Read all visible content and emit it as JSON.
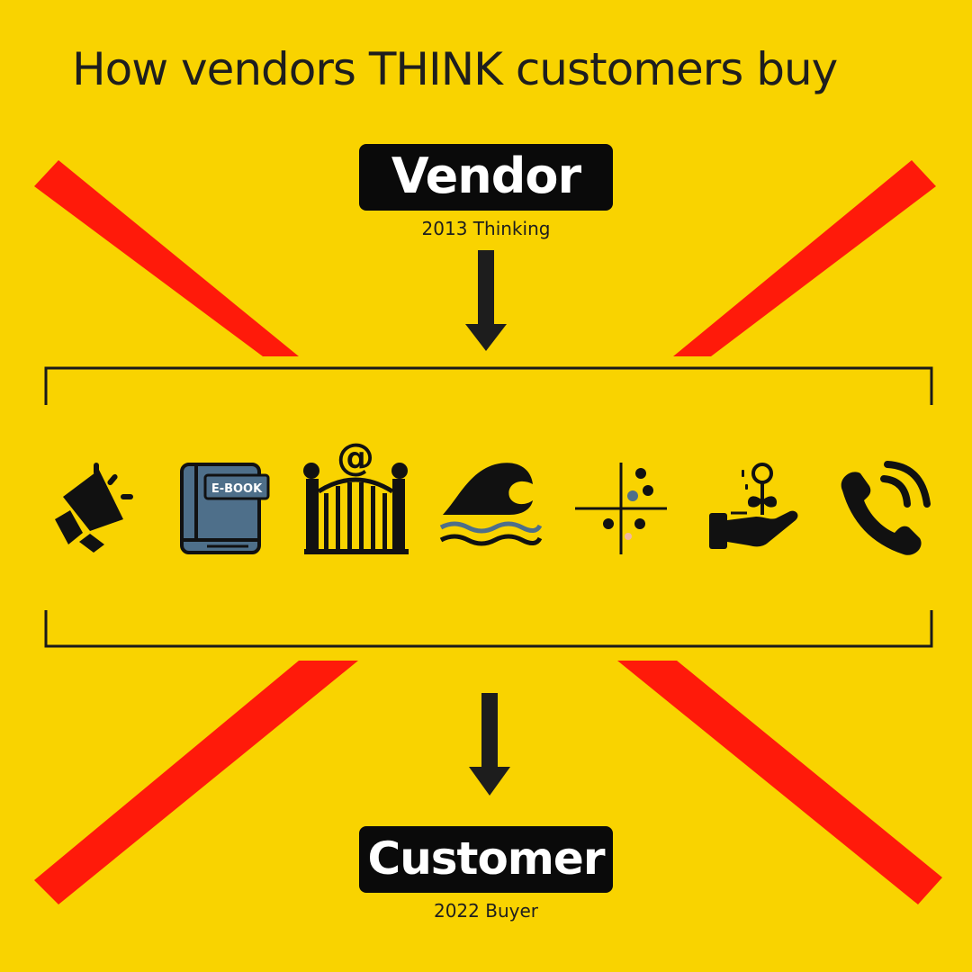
{
  "title": "How vendors THINK customers buy",
  "vendor": {
    "label": "Vendor",
    "caption": "2013 Thinking"
  },
  "customer": {
    "label": "Customer",
    "caption": "2022 Buyer"
  },
  "ebook_label": "E-BOOK",
  "email_symbol": "@",
  "colors": {
    "background": "#f9d300",
    "cross": "#ff1a0a",
    "dark": "#0a0a0a",
    "accent_blue": "#4e6f8a"
  },
  "icons": [
    "megaphone-icon",
    "ebook-icon",
    "email-gate-icon",
    "wave-icon",
    "scatter-quadrant-icon",
    "hand-plant-icon",
    "phone-call-icon"
  ]
}
